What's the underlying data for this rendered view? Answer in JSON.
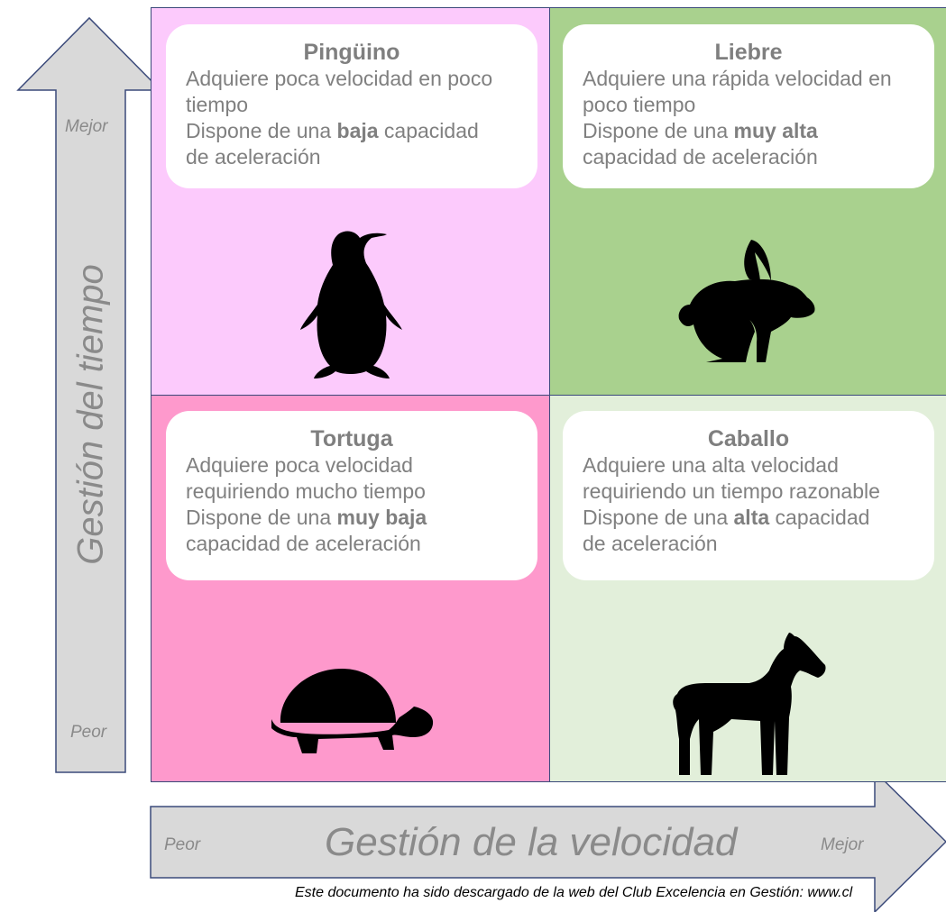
{
  "quadrants": [
    {
      "id": "tl",
      "color": "#fccafc",
      "title": "Pingüino",
      "line1": "Adquiere poca velocidad en poco",
      "line2": "tiempo",
      "line3_pre": "Dispone de una ",
      "line3_bold": "baja",
      "line3_post": " capacidad",
      "line4": "de aceleración",
      "icon": "penguin-icon"
    },
    {
      "id": "tr",
      "color": "#a9d18e",
      "title": "Liebre",
      "line1": "Adquiere una rápida velocidad en",
      "line2": "poco tiempo",
      "line3_pre": "Dispone de una ",
      "line3_bold": "muy alta",
      "line3_post": "",
      "line4": "capacidad de aceleración",
      "icon": "hare-icon"
    },
    {
      "id": "bl",
      "color": "#fe99cc",
      "title": "Tortuga",
      "line1": "Adquiere poca velocidad",
      "line2": "requiriendo mucho tiempo",
      "line3_pre": "Dispone de una ",
      "line3_bold": "muy baja",
      "line3_post": "",
      "line4": "capacidad de aceleración",
      "icon": "turtle-icon"
    },
    {
      "id": "br",
      "color": "#e2efda",
      "title": "Caballo",
      "line1": "Adquiere una alta velocidad",
      "line2": "requiriendo un tiempo razonable",
      "line3_pre": "Dispone de una ",
      "line3_bold": "alta",
      "line3_post": " capacidad",
      "line4": "de aceleración",
      "icon": "horse-icon"
    }
  ],
  "y_axis": {
    "title": "Gestión del tiempo",
    "best": "Mejor",
    "worst": "Peor"
  },
  "x_axis": {
    "title": "Gestión de la velocidad",
    "worst": "Peor",
    "best": "Mejor"
  },
  "footer": "Este documento ha sido descargado de la web del Club Excelencia en Gestión: www.cl",
  "colors": {
    "arrow_fill": "#d9d9d9",
    "arrow_stroke": "#3b4a7a",
    "text_gray": "#808080",
    "icon_fill": "#000000"
  }
}
